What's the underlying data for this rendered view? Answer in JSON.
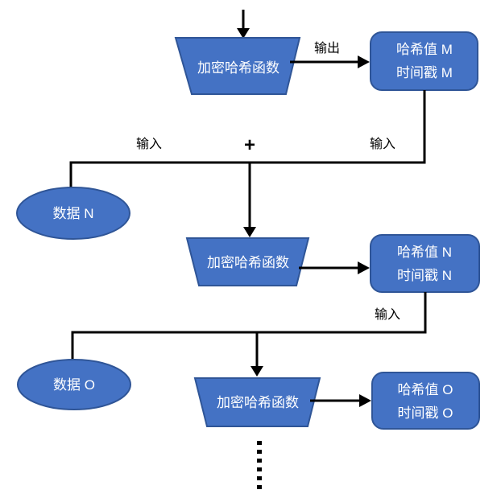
{
  "colors": {
    "shape_fill": "#4472C4",
    "shape_border": "#2F5597",
    "connector": "#000000",
    "shape_text": "#FFFFFF",
    "label_text": "#000000"
  },
  "nodes": {
    "hash_fn_1": {
      "label": "加密哈希函数"
    },
    "hash_m": {
      "line1": "哈希值 M",
      "line2": "时间戳 M"
    },
    "data_n": {
      "label": "数据 N"
    },
    "hash_fn_2": {
      "label": "加密哈希函数"
    },
    "hash_n": {
      "line1": "哈希值 N",
      "line2": "时间戳 N"
    },
    "data_o": {
      "label": "数据 O"
    },
    "hash_fn_3": {
      "label": "加密哈希函数"
    },
    "hash_o": {
      "line1": "哈希值 O",
      "line2": "时间戳 O"
    }
  },
  "edge_labels": {
    "output_m": "输出",
    "input_left": "输入",
    "plus": "+",
    "input_right": "输入",
    "input_n": "输入"
  }
}
